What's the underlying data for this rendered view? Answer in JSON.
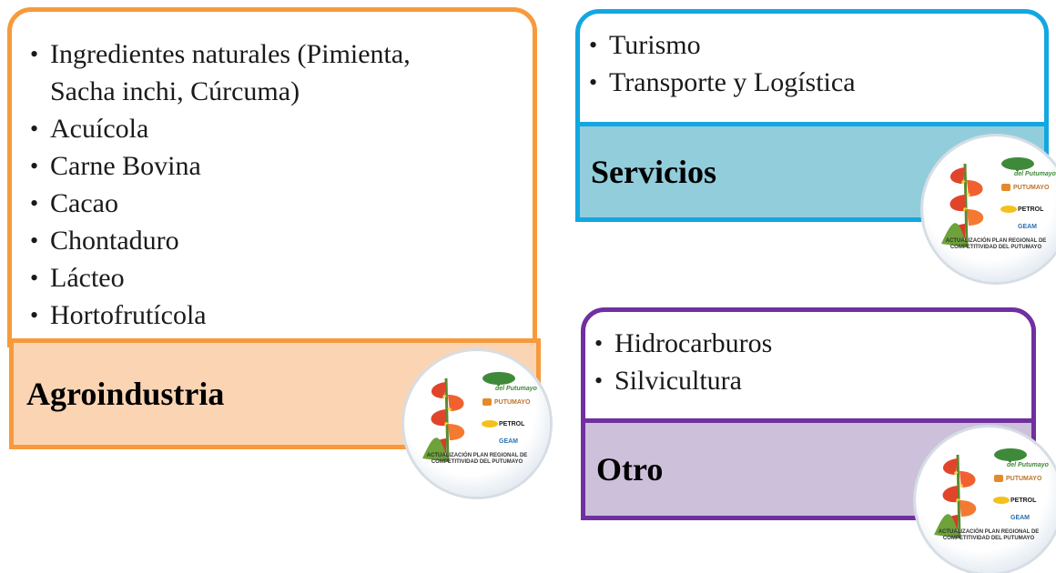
{
  "groups": {
    "agroindustria": {
      "title": "Agroindustria",
      "items": [
        "Ingredientes  naturales (Pimienta,",
        "Sacha inchi, Cúrcuma)",
        "Acuícola",
        "Carne Bovina",
        "Cacao",
        "Chontaduro",
        "Lácteo",
        "Hortofrutícola"
      ],
      "color": "#F79A3B",
      "band_color": "#FBD4B4"
    },
    "servicios": {
      "title": "Servicios",
      "items": [
        "Turismo",
        "Transporte y Logística"
      ],
      "color": "#12A7E0",
      "band_color": "#92CDDC"
    },
    "otro": {
      "title": "Otro",
      "items": [
        "Hidrocarburos",
        "Silvicultura"
      ],
      "color": "#7030A0",
      "band_color": "#CCC0DA"
    }
  },
  "badge": {
    "caption": "ACTUALIZACIÓN PLAN REGIONAL DE COMPETITIVIDAD DEL PUTUMAYO",
    "logo_1": "del Putumayo",
    "logo_2": "PUTUMAYO",
    "logo_3": "PETROL",
    "logo_4": "GEAM"
  }
}
